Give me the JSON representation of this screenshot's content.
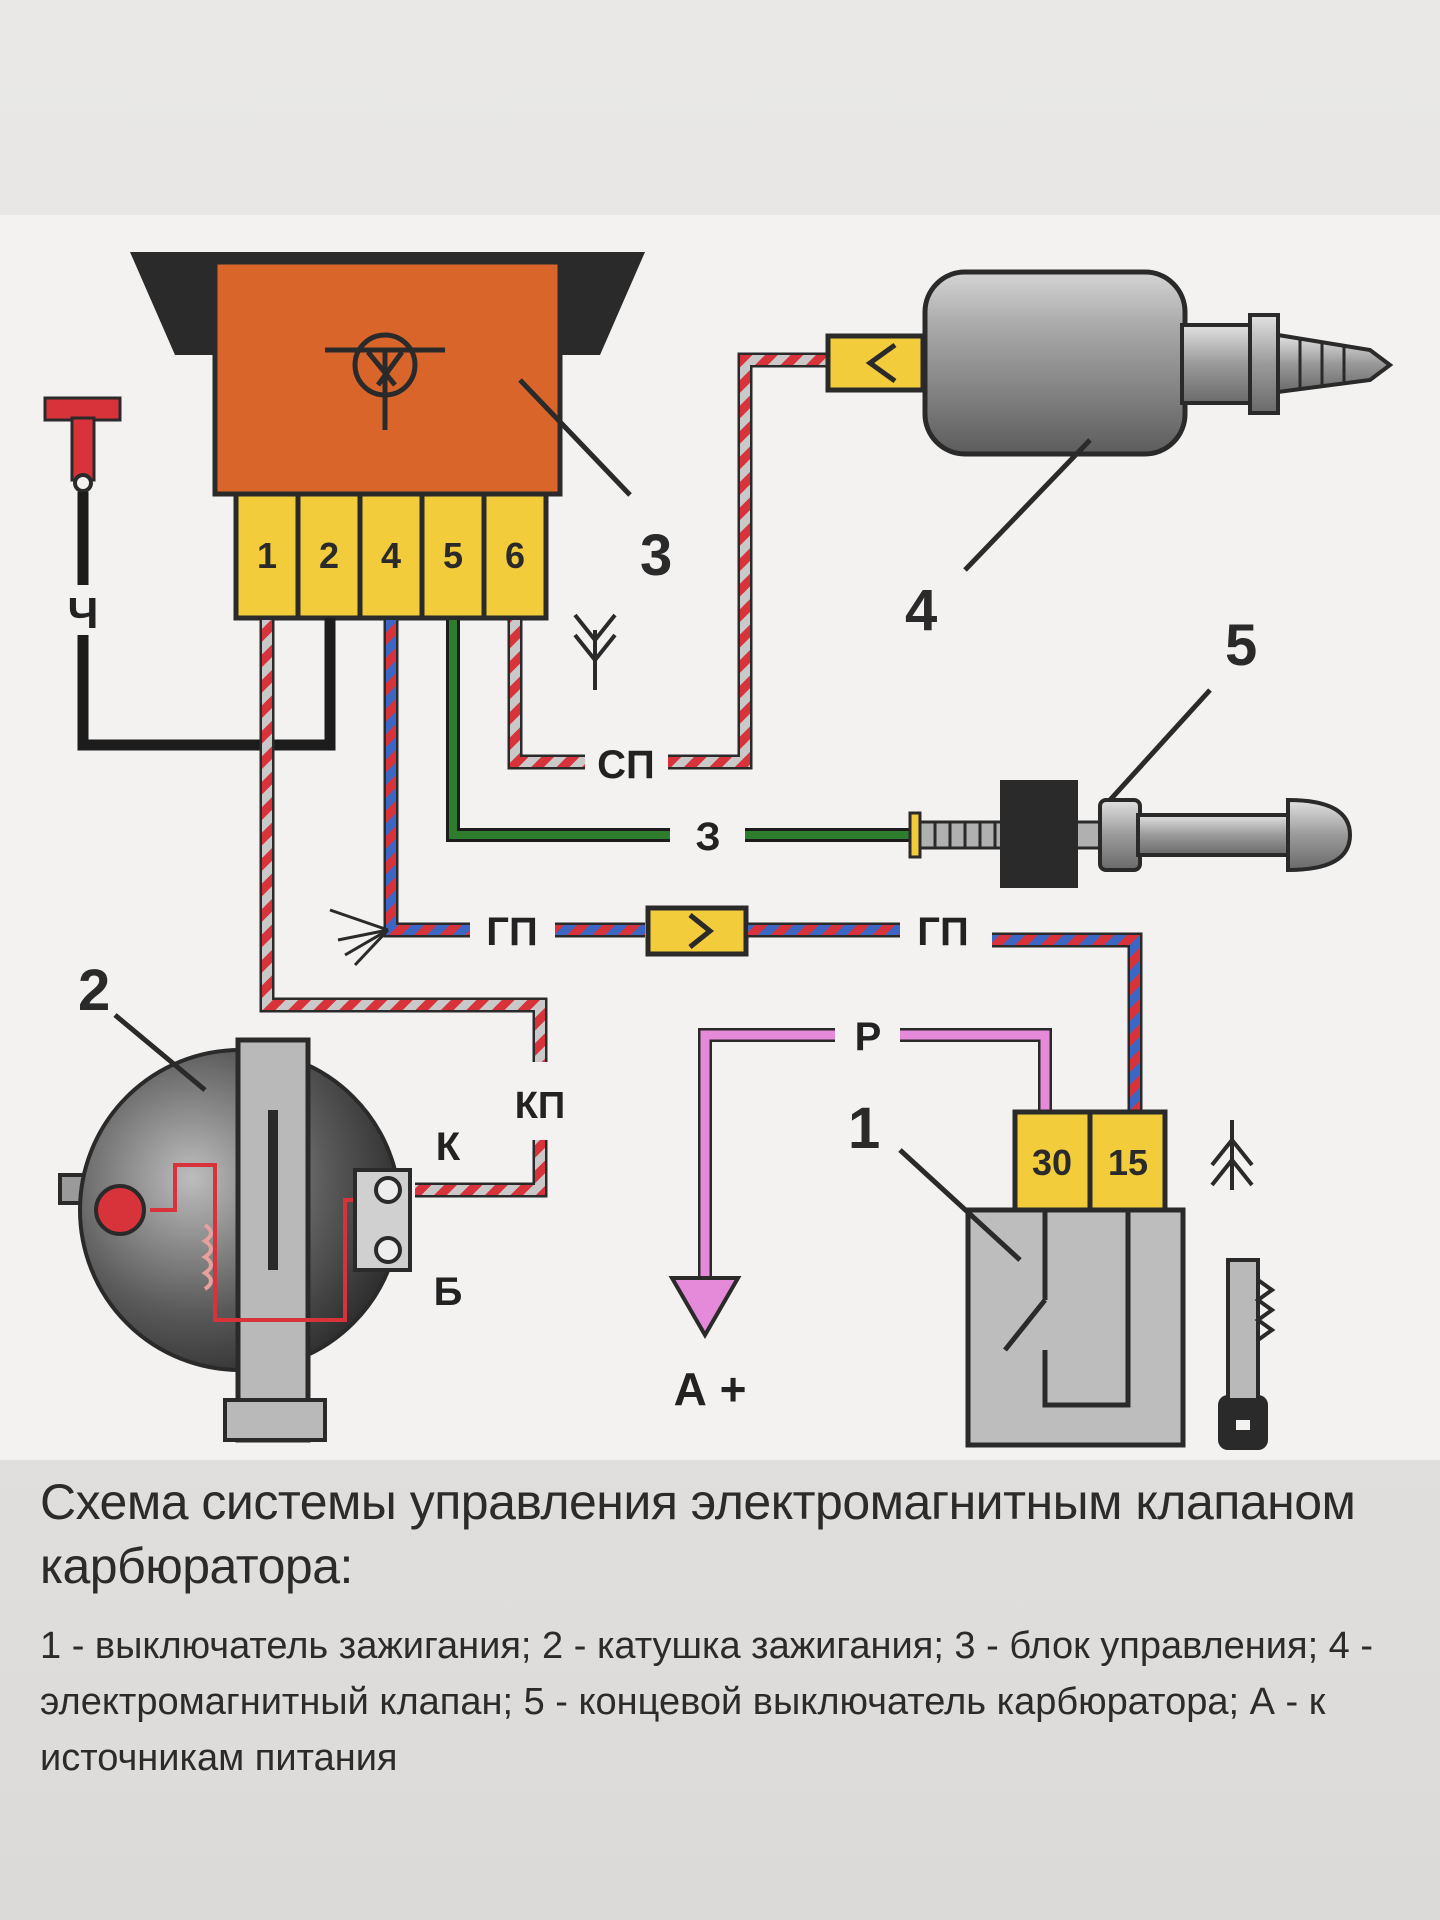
{
  "colors": {
    "page_bg": "#ebeae9",
    "control_unit": "#d9652a",
    "connector_yellow": "#f2cc3a",
    "wire_red": "#d8333a",
    "wire_blue": "#3b66c4",
    "wire_green": "#2e7d2e",
    "wire_pink": "#e58ad8",
    "wire_black": "#1c1c1c",
    "gray_part": "#b9b9b9"
  },
  "control_unit": {
    "pins": [
      "1",
      "2",
      "4",
      "5",
      "6"
    ],
    "callout": "3"
  },
  "ground_wire": {
    "label": "Ч"
  },
  "wire_labels": {
    "sp": "СП",
    "z": "З",
    "gp_left": "ГП",
    "gp_right": "ГП",
    "kp": "КП",
    "k": "К",
    "b": "Б",
    "r": "Р"
  },
  "ignition_switch": {
    "terminals": [
      "30",
      "15"
    ],
    "callout": "1"
  },
  "callouts": {
    "coil": "2",
    "valve": "4",
    "limit_switch": "5"
  },
  "power": {
    "label": "А +"
  },
  "icons": [
    "transistor-icon",
    "ground-icon",
    "antenna-symbol-icon",
    "key-icon",
    "lightning-icon"
  ],
  "caption": {
    "title": "Схема системы управления электромагнитным клапаном карбюратора:",
    "legend": "1 - выключатель зажигания; 2 - катушка зажигания; 3 - блок управления; 4 - электромагнитный клапан; 5 - концевой выключатель карбюратора; А - к источникам питания"
  }
}
